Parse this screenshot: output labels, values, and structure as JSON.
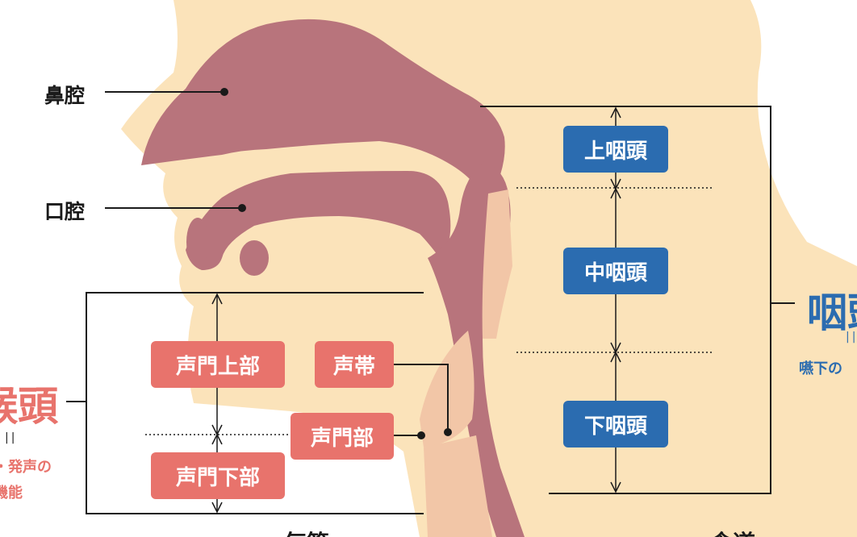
{
  "regions": {
    "nasal_cavity": "鼻腔",
    "oral_cavity": "口腔"
  },
  "pharynx_parts": {
    "upper": "上咽頭",
    "middle": "中咽頭",
    "lower": "下咽頭"
  },
  "larynx_parts": {
    "supraglottic": "声門上部",
    "vocal_cord": "声帯",
    "glottic": "声門部",
    "subglottic": "声門下部"
  },
  "pharynx_group": {
    "title": "咽頭",
    "separator": "||",
    "function": "嚥下の"
  },
  "larynx_group": {
    "title": "喉頭",
    "separator": "||",
    "function_line1": "・発声の",
    "function_line2": "機能"
  },
  "bottom_labels": {
    "trachea": "気管",
    "esophagus": "食道"
  },
  "colors": {
    "skin": "#fbe3ba",
    "cavity": "#b8747c",
    "cartilage": "#f2c6a7",
    "pharynx_accent": "#2b6cb0",
    "larynx_accent": "#e8736c"
  }
}
